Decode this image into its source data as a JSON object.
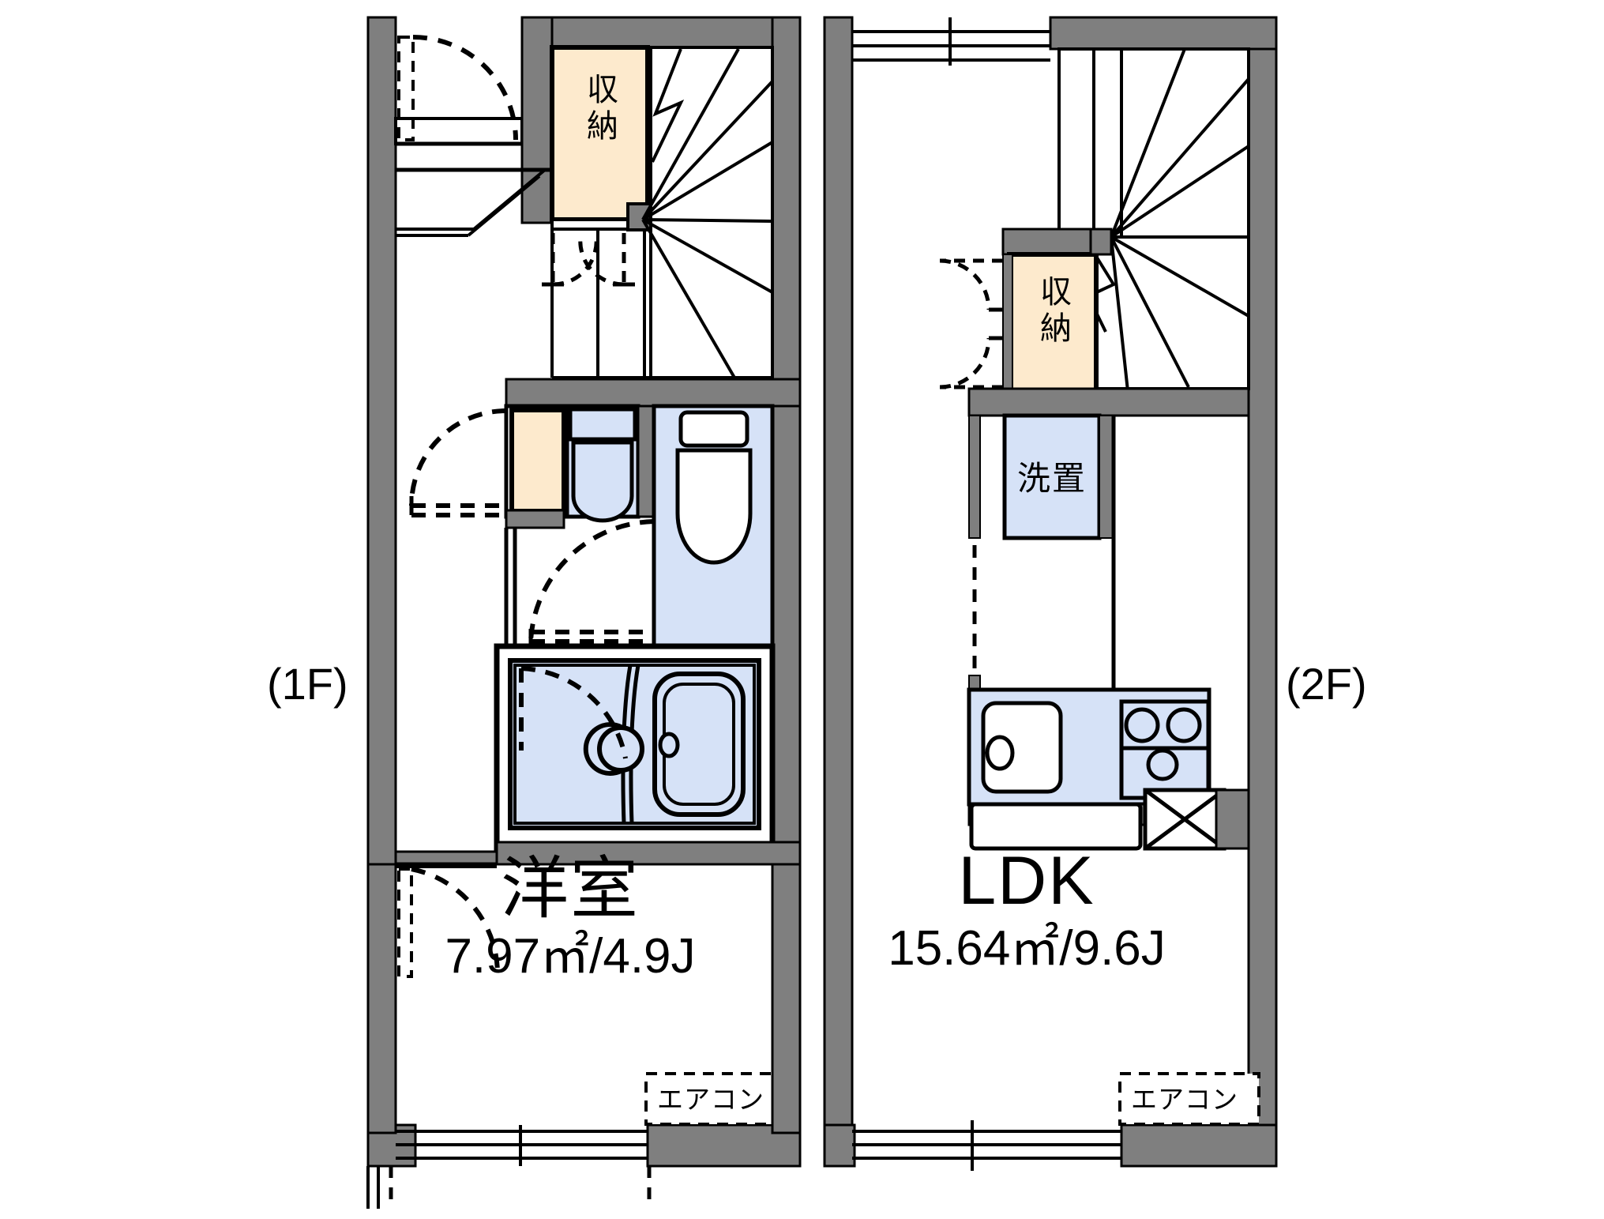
{
  "document": {
    "type": "floor-plan",
    "title": "間取り図 1F / 2F",
    "units": "m2 / J (tatami)"
  },
  "colors": {
    "wall_fill": "#7f7f7f",
    "wall_stroke": "#000000",
    "storage_fill": "#fdeacd",
    "fixture_fill": "#d6e2f7",
    "line": "#000000",
    "background": "#ffffff"
  },
  "floors": [
    {
      "id": "floor-1f",
      "tag": "(1F)",
      "rooms": [
        {
          "key": "washitsu",
          "name": "洋室",
          "area": "7.97㎡/4.9J",
          "area_m2": 7.97,
          "area_j": 4.9
        }
      ],
      "labels": {
        "storage": "収納",
        "aircon": "エアコン"
      },
      "fixtures": [
        "stairs",
        "storage-closet",
        "entry-door",
        "vanity-sink",
        "toilet",
        "bathtub-unit",
        "window",
        "aircon-marker"
      ]
    },
    {
      "id": "floor-2f",
      "tag": "(2F)",
      "rooms": [
        {
          "key": "ldk",
          "name": "LDK",
          "area": "15.64㎡/9.6J",
          "area_m2": 15.64,
          "area_j": 9.6
        }
      ],
      "labels": {
        "storage": "収納",
        "washer": "洗置",
        "aircon": "エアコン"
      },
      "fixtures": [
        "stairs",
        "storage-closet",
        "washer-space",
        "kitchen-sink",
        "gas-stove",
        "balcony-hatch",
        "window",
        "aircon-marker"
      ]
    }
  ]
}
